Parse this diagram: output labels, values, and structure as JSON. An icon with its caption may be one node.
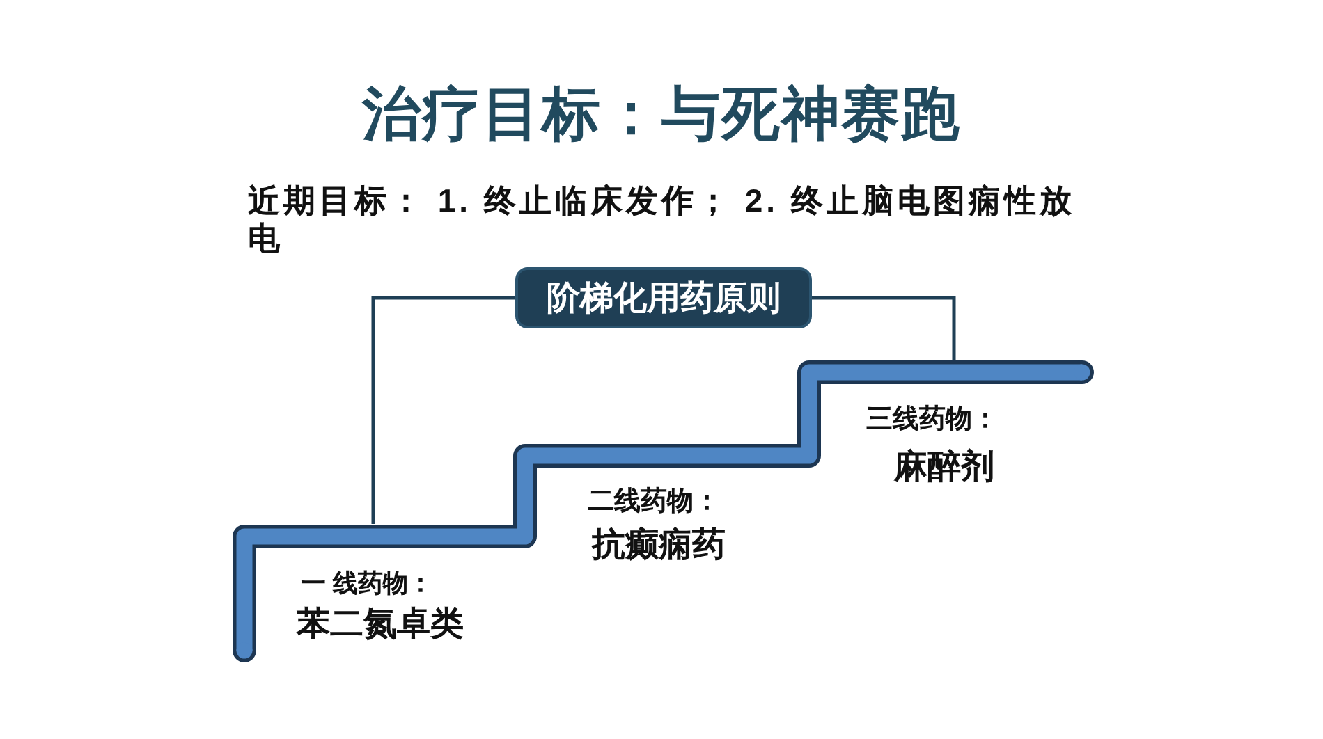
{
  "diagram": {
    "title": "治疗目标：与死神赛跑",
    "nodes": [
      {
        "text": [
          "阶梯化用药原则"
        ]
      },
      {
        "text": [],
        "shape": "bar"
      },
      {
        "text": [],
        "shape": "bar"
      },
      {
        "text": [],
        "shape": "bar"
      }
    ],
    "edges": [
      {
        "from": 0,
        "to": 1,
        "arrow": "none"
      },
      {
        "from": 0,
        "to": 3,
        "arrow": "none"
      }
    ],
    "labels": [
      "近期目标： 1. 终止临床发作； 2. 终止脑电图痫性放电",
      "一 线药物：",
      "苯二氮卓类",
      "二线药物：",
      "抗癫痫药",
      "三线药物：",
      "麻醉剂"
    ]
  }
}
